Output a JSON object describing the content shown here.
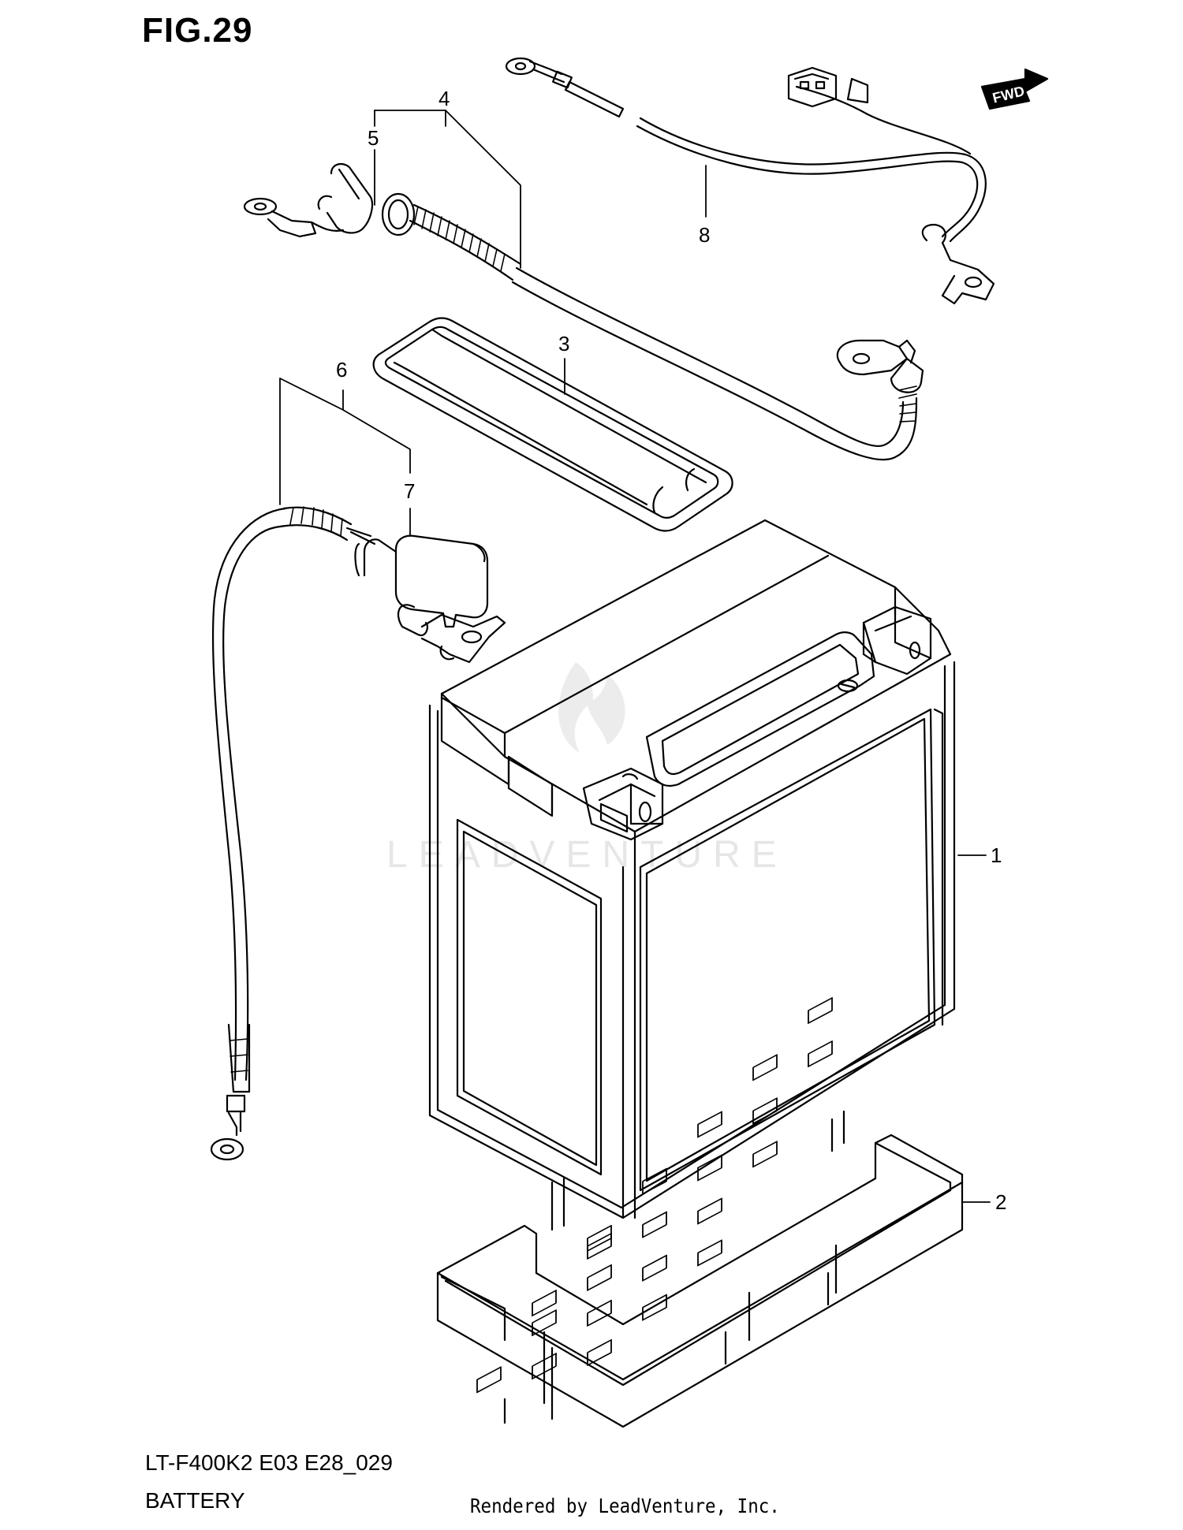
{
  "figure": {
    "title": "FIG.29",
    "model_code": "LT-F400K2 E03 E28_029",
    "section_name": "BATTERY",
    "render_credit": "Rendered by LeadVenture, Inc.",
    "watermark": "LEADVENTURE",
    "direction_marker": "FWD"
  },
  "callouts": [
    {
      "number": "1",
      "part": "battery"
    },
    {
      "number": "2",
      "part": "battery-tray"
    },
    {
      "number": "3",
      "part": "battery-strap"
    },
    {
      "number": "4",
      "part": "positive-cable"
    },
    {
      "number": "5",
      "part": "terminal-cap"
    },
    {
      "number": "6",
      "part": "negative-cable"
    },
    {
      "number": "7",
      "part": "terminal-cover"
    },
    {
      "number": "8",
      "part": "wiring-lead"
    }
  ],
  "colors": {
    "line": "#000000",
    "watermark": "#e6e6e6",
    "background": "#ffffff"
  }
}
